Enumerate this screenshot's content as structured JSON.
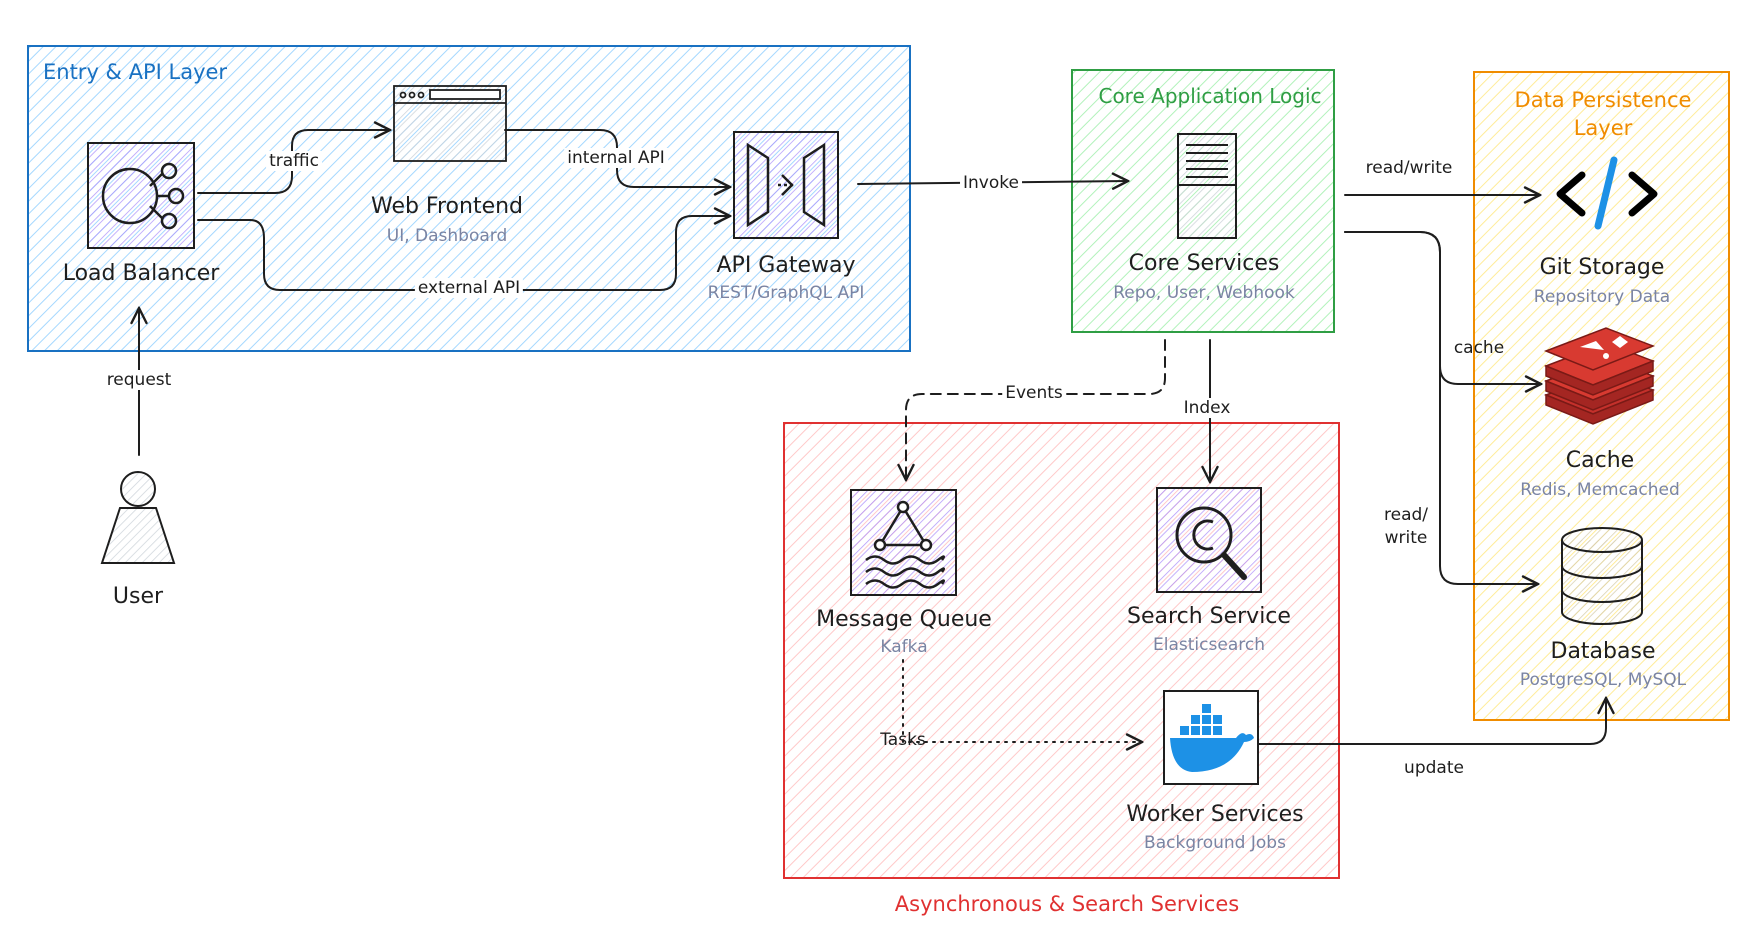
{
  "groups": {
    "entry": {
      "label": "Entry & API Layer",
      "color": "#1971c2"
    },
    "core": {
      "label": "Core Application Logic",
      "color": "#2f9e44"
    },
    "data": {
      "label": "Data Persistence Layer",
      "color": "#f08c00"
    },
    "async": {
      "label": "Asynchronous & Search Services",
      "color": "#e03131"
    }
  },
  "nodes": {
    "user": {
      "title": "User",
      "icon": "user-icon"
    },
    "load_balancer": {
      "title": "Load Balancer",
      "icon": "load-balancer-icon"
    },
    "web_frontend": {
      "title": "Web Frontend",
      "subtitle": "UI, Dashboard",
      "icon": "browser-window-icon"
    },
    "api_gateway": {
      "title": "API Gateway",
      "subtitle": "REST/GraphQL API",
      "icon": "api-gateway-icon"
    },
    "core_services": {
      "title": "Core Services",
      "subtitle": "Repo, User, Webhook",
      "icon": "server-icon"
    },
    "git_storage": {
      "title": "Git Storage",
      "subtitle": "Repository Data",
      "icon": "code-icon"
    },
    "cache": {
      "title": "Cache",
      "subtitle": "Redis, Memcached",
      "icon": "redis-icon"
    },
    "database": {
      "title": "Database",
      "subtitle": "PostgreSQL, MySQL",
      "icon": "database-icon"
    },
    "message_queue": {
      "title": "Message Queue",
      "subtitle": "Kafka",
      "icon": "queue-icon"
    },
    "search_service": {
      "title": "Search Service",
      "subtitle": "Elasticsearch",
      "icon": "search-icon"
    },
    "worker_services": {
      "title": "Worker Services",
      "subtitle": "Background Jobs",
      "icon": "docker-icon"
    }
  },
  "edges": {
    "request": "request",
    "traffic": "traffic",
    "internal_api": "internal API",
    "external_api": "external API",
    "invoke": "Invoke",
    "read_write_git": "read/write",
    "cache": "cache",
    "read_write_db_1": "read/",
    "read_write_db_2": "write",
    "events": "Events",
    "index": "Index",
    "tasks": "Tasks",
    "update": "update"
  },
  "colors": {
    "blue_fill": "#a5d8ff",
    "green_fill": "#b2f2bb",
    "yellow_fill": "#ffec99",
    "red_fill": "#ffc9c9",
    "icon_purple": "#d0bfff",
    "stroke": "#1e1e1e",
    "docker_blue": "#1d91e6",
    "redis_red": "#c4302b"
  }
}
